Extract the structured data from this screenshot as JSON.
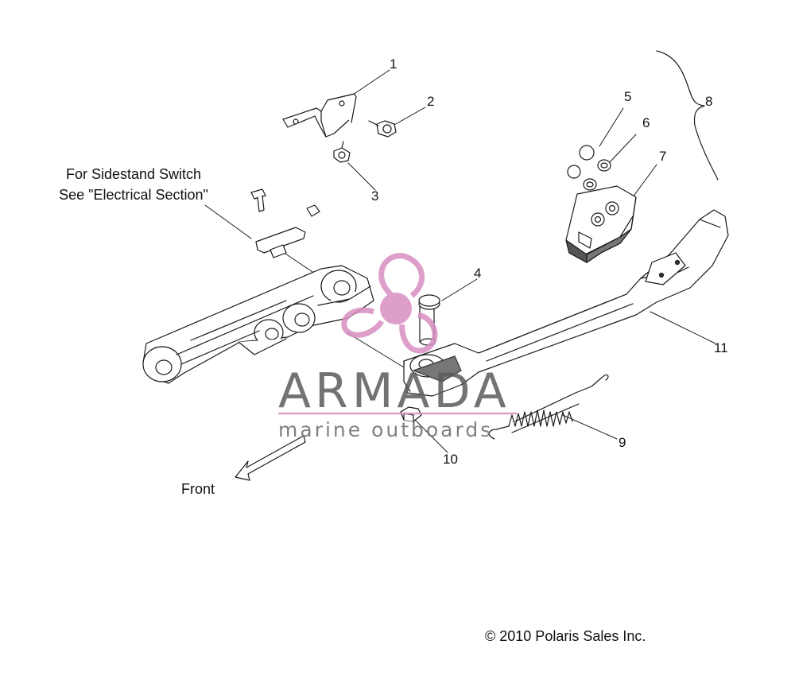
{
  "callouts": [
    "1",
    "2",
    "3",
    "4",
    "5",
    "6",
    "7",
    "8",
    "9",
    "10",
    "11"
  ],
  "note": {
    "line1": "For Sidestand Switch",
    "line2": "See \"Electrical Section\""
  },
  "direction_label": "Front",
  "copyright": "© 2010 Polaris Sales Inc.",
  "watermark": {
    "title": "ARMADA",
    "subtitle": "marine outboards",
    "accent_color": "#d88fc0"
  },
  "colors": {
    "line": "#1a1a1a",
    "fill": "#ffffff",
    "shade": "#8a8a8a"
  }
}
